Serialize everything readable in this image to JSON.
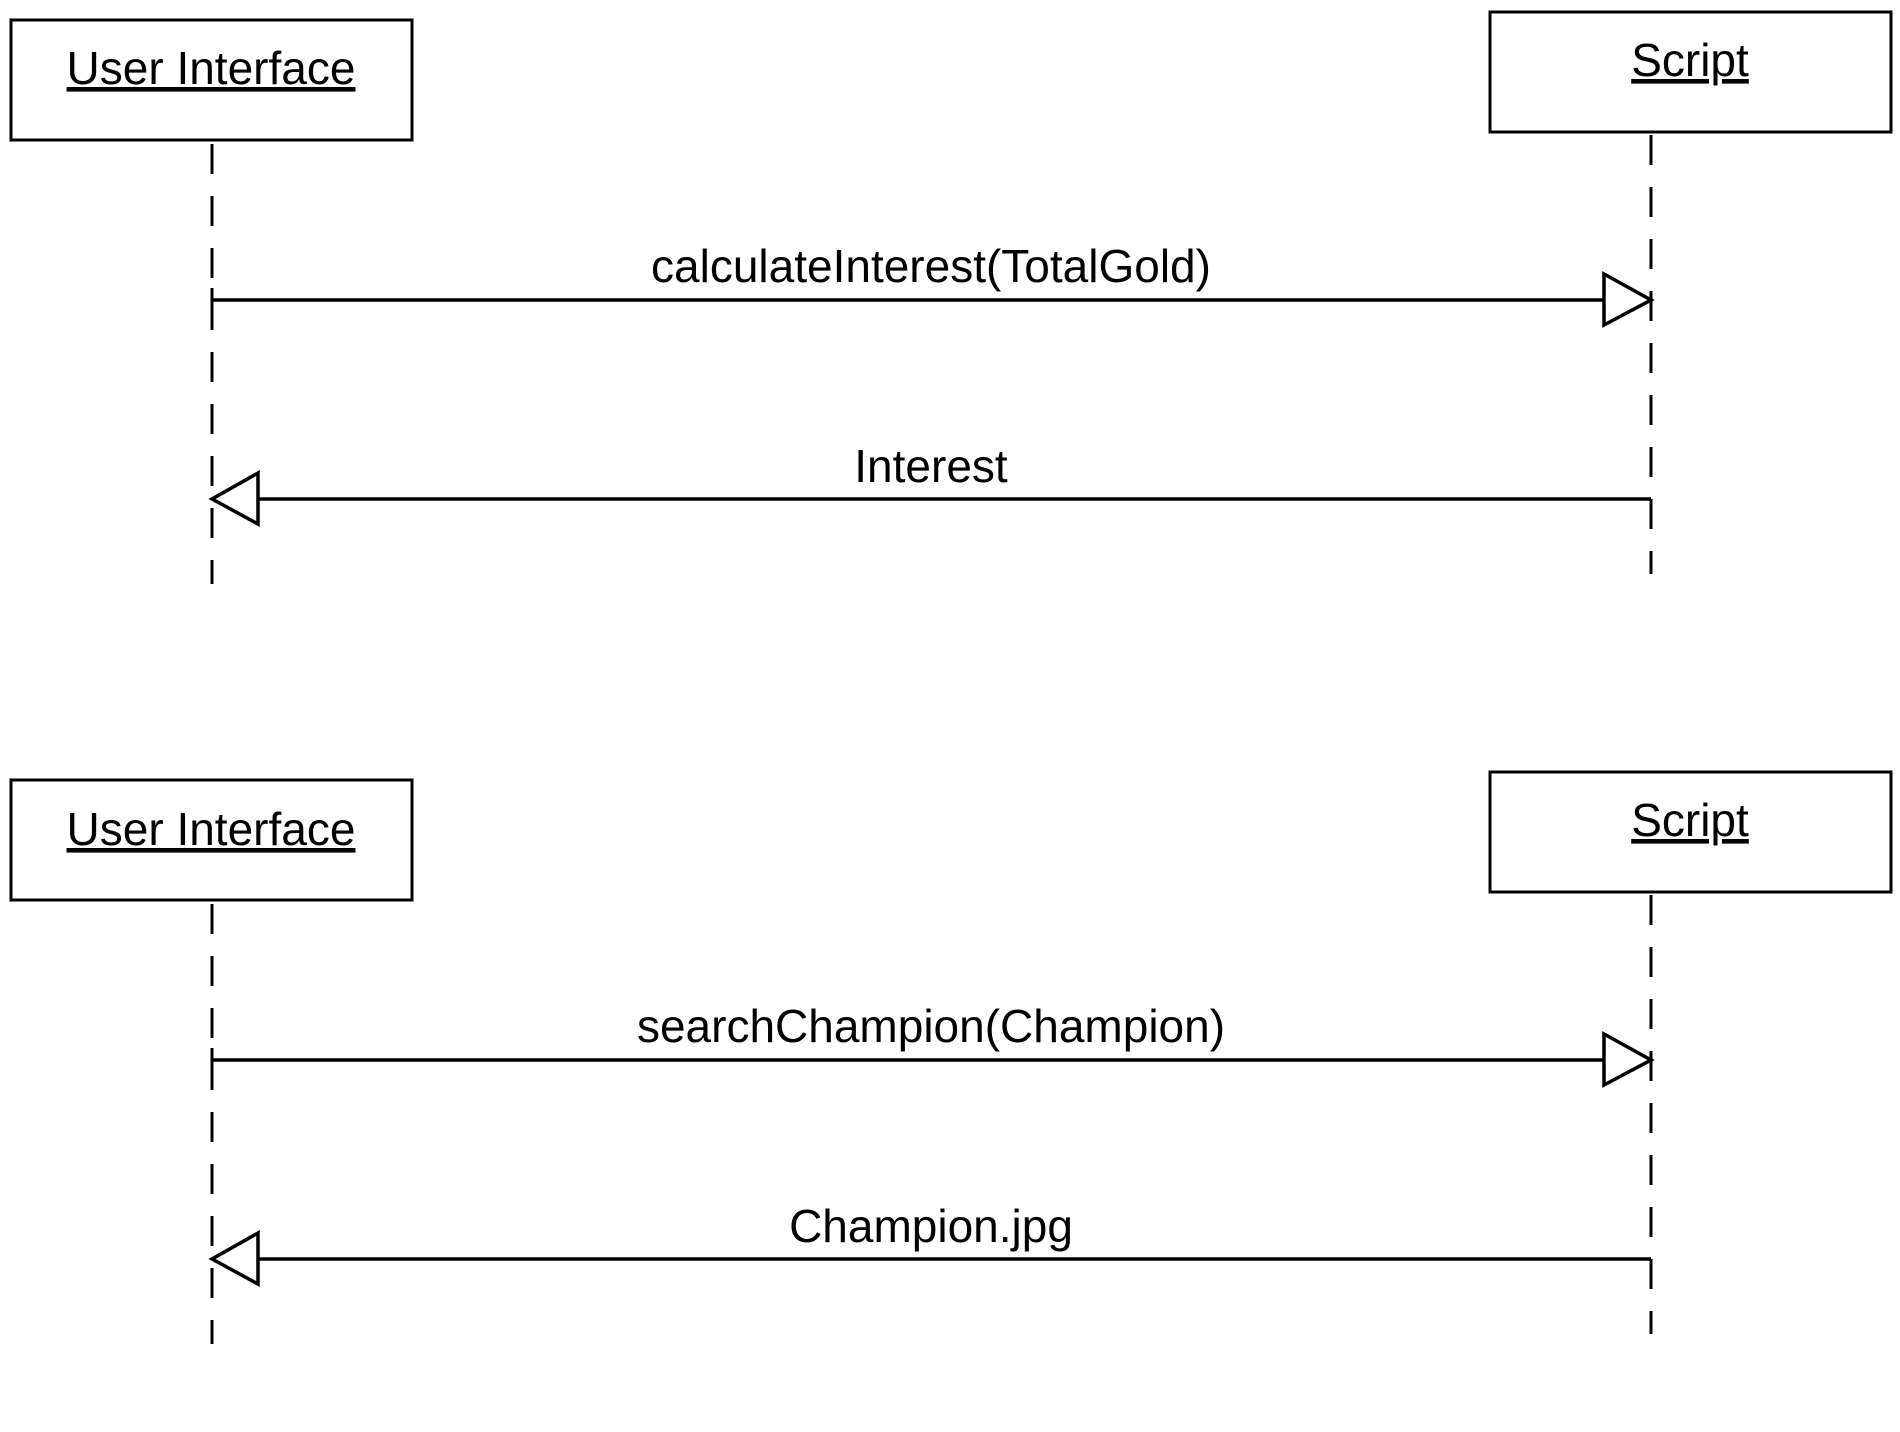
{
  "diagrams": [
    {
      "participants": [
        {
          "name": "User Interface"
        },
        {
          "name": "Script"
        }
      ],
      "messages": [
        {
          "label": "calculateInterest(TotalGold)",
          "from": "User Interface",
          "to": "Script",
          "arrow": "open-triangle"
        },
        {
          "label": "Interest",
          "from": "Script",
          "to": "User Interface",
          "arrow": "open-triangle"
        }
      ]
    },
    {
      "participants": [
        {
          "name": "User Interface"
        },
        {
          "name": "Script"
        }
      ],
      "messages": [
        {
          "label": "searchChampion(Champion)",
          "from": "User Interface",
          "to": "Script",
          "arrow": "open-triangle"
        },
        {
          "label": "Champion.jpg",
          "from": "Script",
          "to": "User Interface",
          "arrow": "open-triangle"
        }
      ]
    }
  ]
}
